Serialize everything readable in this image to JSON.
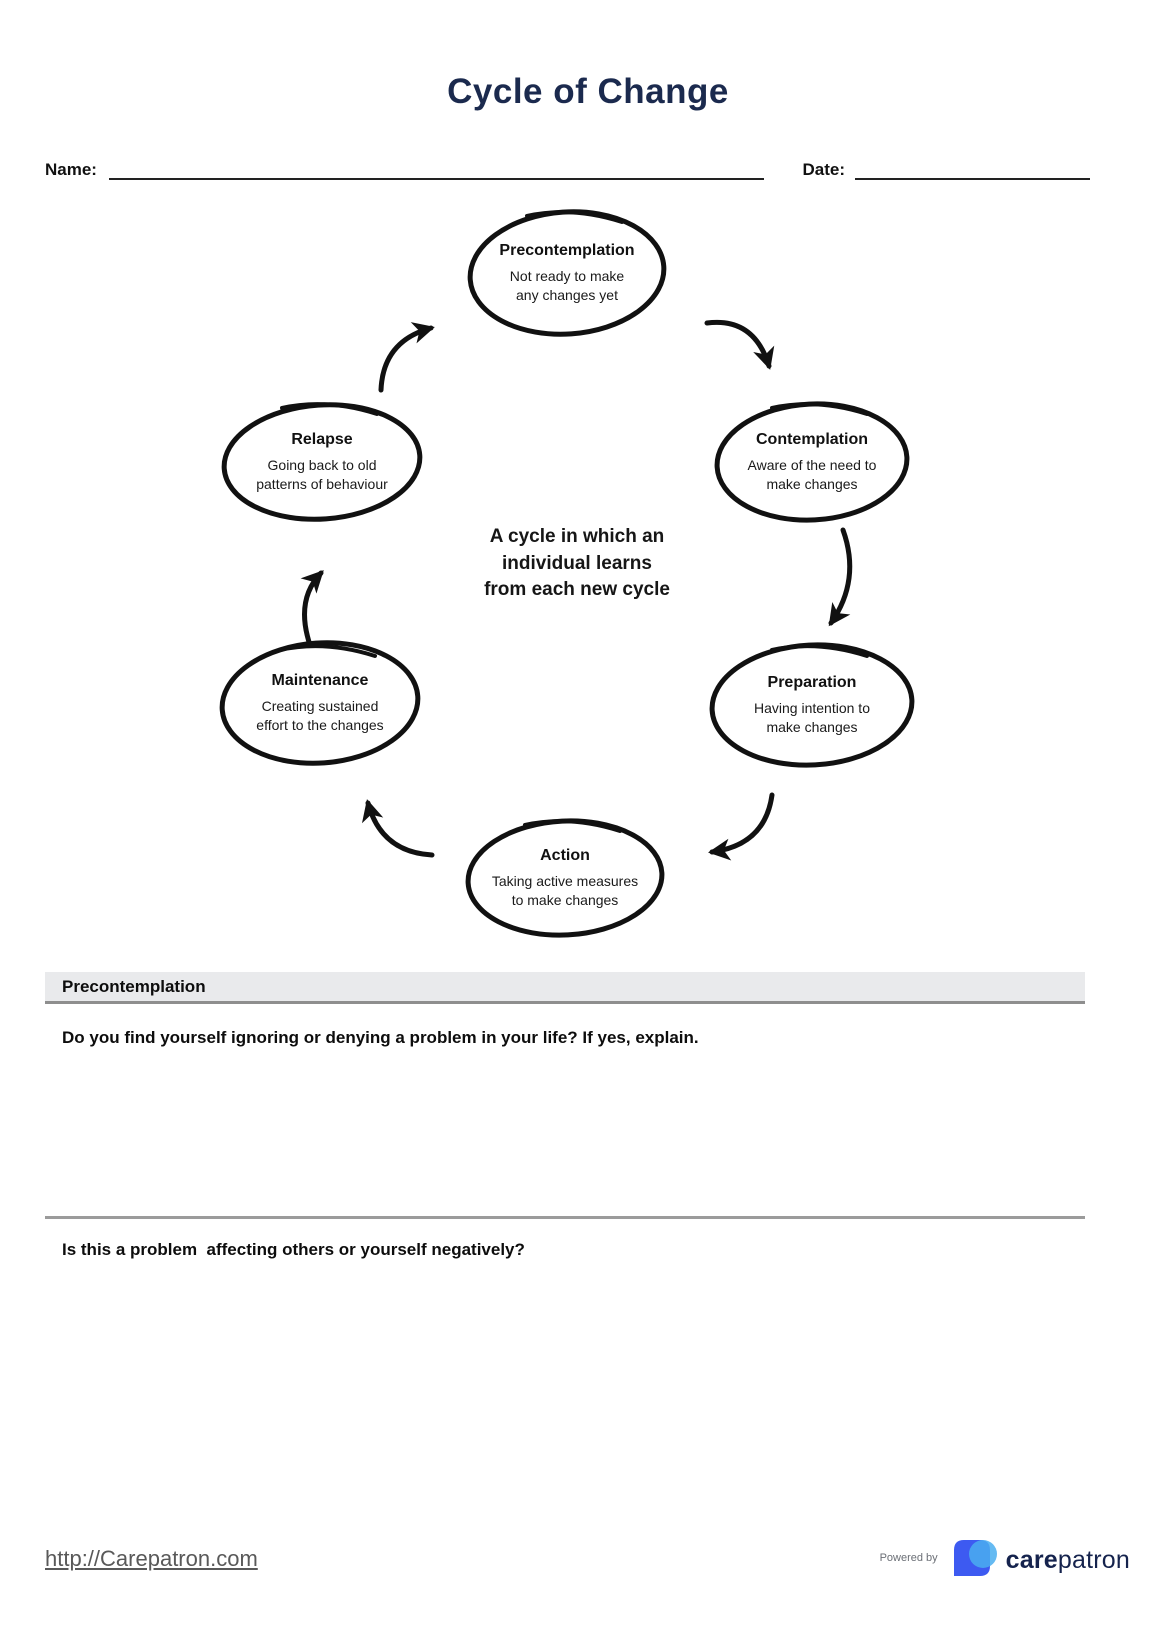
{
  "page": {
    "title": "Cycle of Change"
  },
  "form": {
    "name_label": "Name:",
    "date_label": "Date:"
  },
  "diagram": {
    "center_lines": [
      "A cycle in which an",
      "individual learns",
      "from each new cycle"
    ],
    "nodes": [
      {
        "title": "Precontemplation",
        "line1": "Not ready to make",
        "line2": "any changes yet"
      },
      {
        "title": "Contemplation",
        "line1": "Aware of the need to",
        "line2": "make changes"
      },
      {
        "title": "Preparation",
        "line1": "Having intention to",
        "line2": "make changes"
      },
      {
        "title": "Action",
        "line1": "Taking active measures",
        "line2": "to make changes"
      },
      {
        "title": "Maintenance",
        "line1": "Creating sustained",
        "line2": "effort to the changes"
      },
      {
        "title": "Relapse",
        "line1": "Going back to old",
        "line2": "patterns of behaviour"
      }
    ]
  },
  "worksheet": {
    "section_header": "Precontemplation",
    "question1": "Do you find yourself ignoring or denying a problem in your life? If yes, explain.",
    "question2": "Is this a problem  affecting others or yourself negatively?"
  },
  "footer": {
    "link": "http://Carepatron.com",
    "powered_by": "Powered by",
    "brand_care": "care",
    "brand_patron": "patron"
  },
  "colors": {
    "title_navy": "#1b2a4e",
    "ink": "#111111",
    "section_bg": "#e9eaec",
    "section_border": "#8e8e8e",
    "logo_blue_dark": "#3d5af1",
    "logo_blue_light": "#4aaef0",
    "footer_gray": "#595959"
  }
}
